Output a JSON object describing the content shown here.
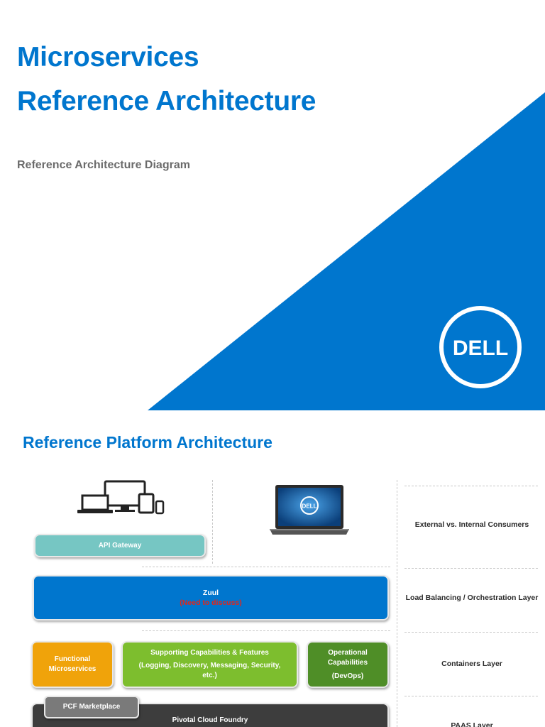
{
  "slide1": {
    "title_line1": "Microservices",
    "title_line2": "Reference Architecture",
    "subtitle": "Reference Architecture Diagram",
    "logo_text": "DELL"
  },
  "slide2": {
    "title": "Reference Platform Architecture",
    "boxes": {
      "api_gateway": "API Gateway",
      "zuul": "Zuul",
      "zuul_note": "(Need to discuss)",
      "functional_line1": "Functional",
      "functional_line2": "Microservices",
      "supporting_title": "Supporting Capabilities & Features",
      "supporting_detail": "(Logging, Discovery, Messaging, Security, etc.)",
      "operational_line1": "Operational",
      "operational_line2": "Capabilities",
      "operational_detail": "(DevOps)",
      "pcf_marketplace": "PCF Marketplace",
      "pivotal": "Pivotal Cloud Foundry"
    },
    "layers": [
      "External vs. Internal Consumers",
      "Load Balancing / Orchestration Layer",
      "Containers Layer",
      "PAAS Layer"
    ],
    "laptop_logo": "DELL"
  },
  "colors": {
    "dell_blue": "#0076CE",
    "api_teal": "#76C6C3",
    "functional_orange": "#F0A30A",
    "supporting_green": "#7DBE2E",
    "operational_green": "#4F8E27",
    "pivotal_dark": "#3d3d3d",
    "pcf_gray": "#7a7a7a",
    "note_red": "#E0261B"
  },
  "icons": [
    "multi-device-icon",
    "dell-laptop-icon",
    "dell-logo-icon"
  ]
}
